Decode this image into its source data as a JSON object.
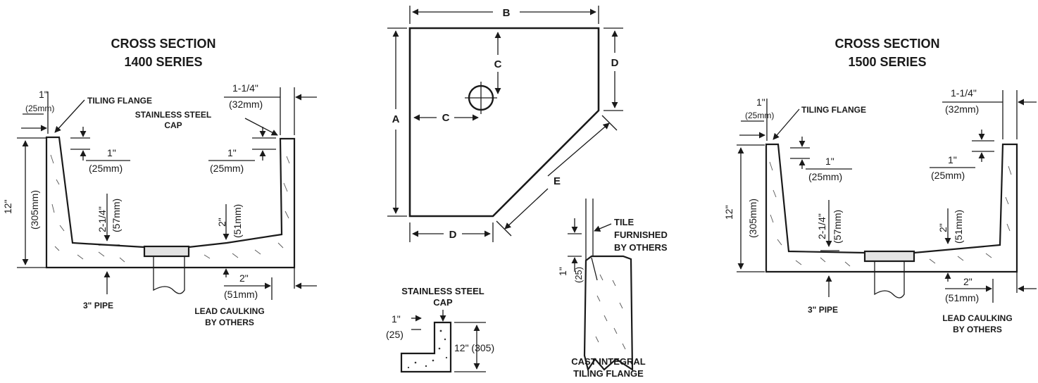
{
  "left": {
    "title_line1": "CROSS SECTION",
    "title_line2": "1400 SERIES",
    "flange_dim_in": "1\"",
    "flange_dim_mm": "(25mm)",
    "tiling_flange": "TILING FLANGE",
    "cap_line1": "STAINLESS STEEL",
    "cap_line2": "CAP",
    "right_top_in": "1-1/4\"",
    "right_top_mm": "(32mm)",
    "inner_left_in": "1\"",
    "inner_left_mm": "(25mm)",
    "inner_right_in": "1\"",
    "inner_right_mm": "(25mm)",
    "height_in": "12\"",
    "height_mm": "(305mm)",
    "floor_left_in": "2-1/4\"",
    "floor_left_mm": "(57mm)",
    "floor_right_in": "2\"",
    "floor_right_mm": "(51mm)",
    "bottom_in": "2\"",
    "bottom_mm": "(51mm)",
    "pipe": "3\" PIPE",
    "lead_line1": "LEAD CAULKING",
    "lead_line2": "BY OTHERS"
  },
  "right": {
    "title_line1": "CROSS SECTION",
    "title_line2": "1500 SERIES",
    "flange_dim_in": "1\"",
    "flange_dim_mm": "(25mm)",
    "tiling_flange": "TILING FLANGE",
    "right_top_in": "1-1/4\"",
    "right_top_mm": "(32mm)",
    "inner_left_in": "1\"",
    "inner_left_mm": "(25mm)",
    "inner_right_in": "1\"",
    "inner_right_mm": "(25mm)",
    "height_in": "12\"",
    "height_mm": "(305mm)",
    "floor_left_in": "2-1/4\"",
    "floor_left_mm": "(57mm)",
    "floor_right_in": "2\"",
    "floor_right_mm": "(51mm)",
    "bottom_in": "2\"",
    "bottom_mm": "(51mm)",
    "pipe": "3\" PIPE",
    "lead_line1": "LEAD CAULKING",
    "lead_line2": "BY OTHERS"
  },
  "plan": {
    "a": "A",
    "b": "B",
    "c_vertical": "C",
    "c_horizontal": "C",
    "d_right": "D",
    "d_bottom": "D",
    "e": "E"
  },
  "cap_detail": {
    "title_line1": "STAINLESS STEEL",
    "title_line2": "CAP",
    "dim_in": "1\"",
    "dim_mm": "(25)",
    "height": "12\" (305)"
  },
  "tile_detail": {
    "tile_line1": "TILE",
    "tile_line2": "FURNISHED",
    "tile_line3": "BY OTHERS",
    "dim_in": "1\"",
    "dim_mm": "(25)",
    "cast_line1": "CAST INTEGRAL",
    "cast_line2": "TILING FLANGE"
  }
}
